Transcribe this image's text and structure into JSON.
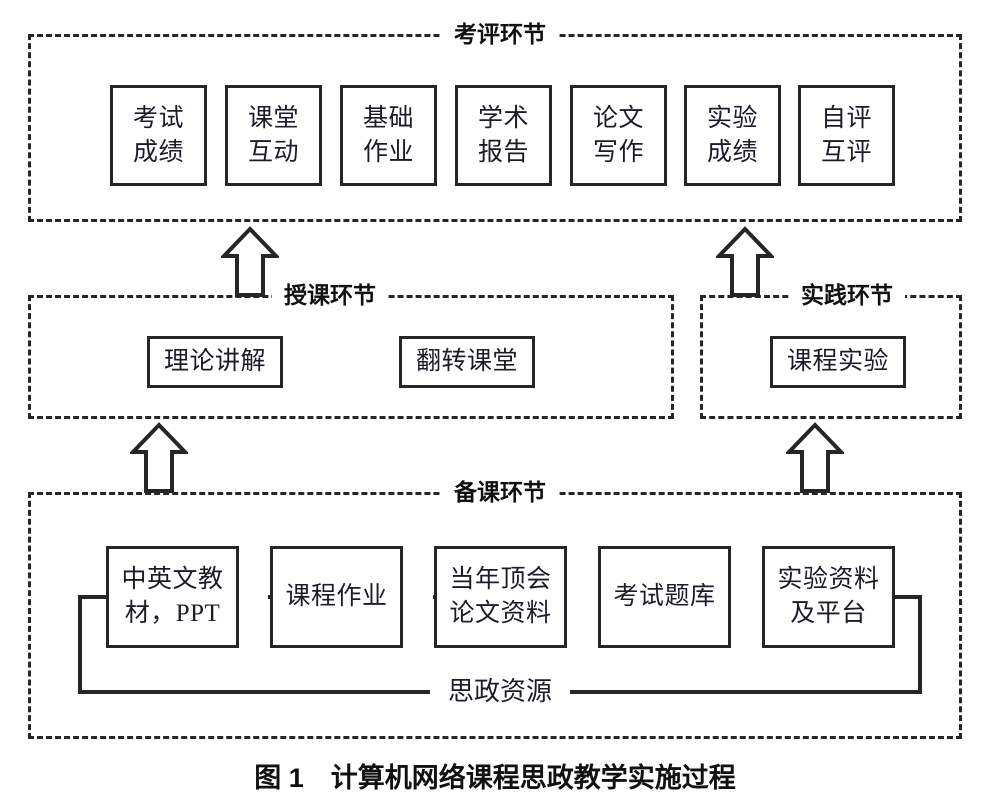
{
  "figure": {
    "caption": "图 1　计算机网络课程思政教学实施过程",
    "colors": {
      "stroke": "#262626",
      "text": "#1c1c28",
      "background": "#ffffff"
    }
  },
  "phases": {
    "assessment": {
      "title": "考评环节",
      "nodes": [
        {
          "line1": "考试",
          "line2": "成绩"
        },
        {
          "line1": "课堂",
          "line2": "互动"
        },
        {
          "line1": "基础",
          "line2": "作业"
        },
        {
          "line1": "学术",
          "line2": "报告"
        },
        {
          "line1": "论文",
          "line2": "写作"
        },
        {
          "line1": "实验",
          "line2": "成绩"
        },
        {
          "line1": "自评",
          "line2": "互评"
        }
      ]
    },
    "teaching": {
      "title": "授课环节",
      "nodes": [
        {
          "line1": "理论讲解"
        },
        {
          "line1": "翻转课堂"
        }
      ]
    },
    "practice": {
      "title": "实践环节",
      "nodes": [
        {
          "line1": "课程实验"
        }
      ]
    },
    "preparation": {
      "title": "备课环节",
      "bus_label": "思政资源",
      "nodes": [
        {
          "line1": "中英文教",
          "line2": "材，PPT"
        },
        {
          "line1": "课程作业"
        },
        {
          "line1": "当年顶会",
          "line2": "论文资料"
        },
        {
          "line1": "考试题库"
        },
        {
          "line1": "实验资料",
          "line2": "及平台"
        }
      ]
    }
  },
  "arrows": [
    {
      "name": "arrow-teaching-to-assessment"
    },
    {
      "name": "arrow-practice-to-assessment"
    },
    {
      "name": "arrow-preparation-to-teaching"
    },
    {
      "name": "arrow-preparation-to-practice"
    }
  ]
}
